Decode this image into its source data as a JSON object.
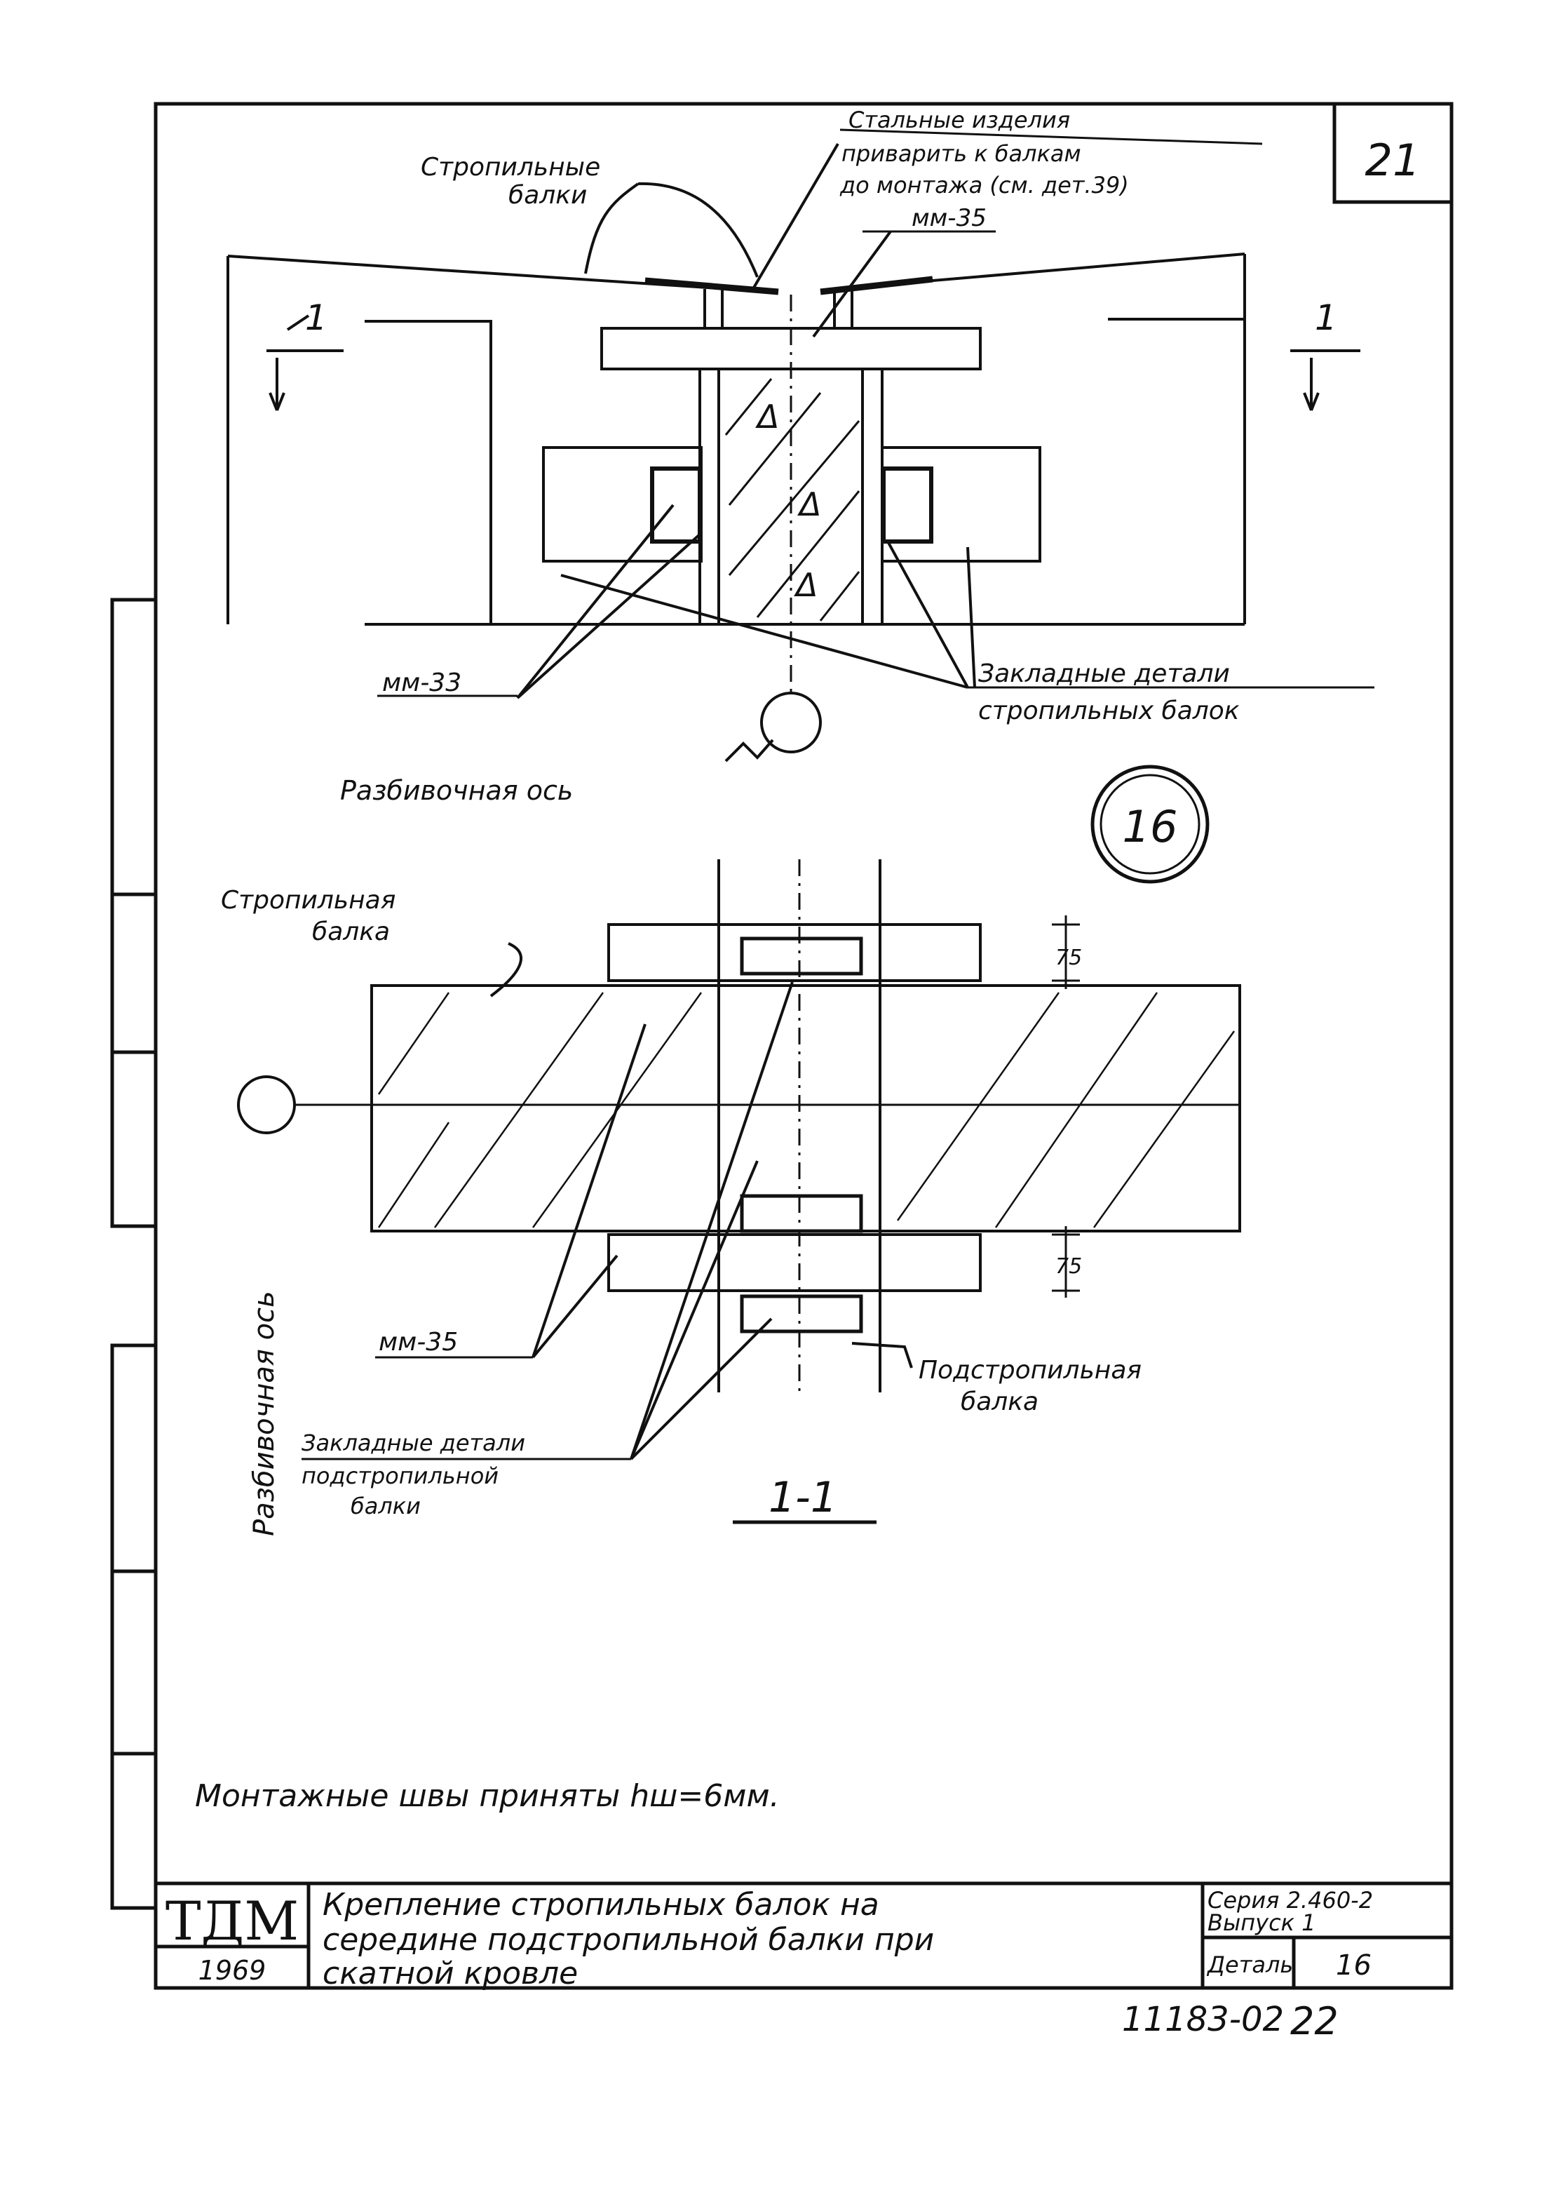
{
  "sheet": {
    "page_number": "21",
    "bottom_code": "11183-02",
    "bottom_page": "22"
  },
  "top_view": {
    "label_rafters": [
      "Стропильные",
      "балки"
    ],
    "label_steel": [
      "Стальные изделия",
      "приварить к балкам",
      "до монтажа (см. дет.39)"
    ],
    "label_mm35": "мм-35",
    "label_mm33": "мм-33",
    "label_embedded": [
      "Закладные детали",
      "стропильных балок"
    ],
    "label_axis": "Разбивочная ось",
    "section_mark": "1",
    "detail_number": "16"
  },
  "section_view": {
    "label_rafter": [
      "Стропильная",
      "балка"
    ],
    "dim_top": "75",
    "dim_bottom": "75",
    "label_mm35": "мм-35",
    "label_embedded": [
      "Закладные детали",
      "подстропильной",
      "балки"
    ],
    "label_subrafter": [
      "Подстропильная",
      "балка"
    ],
    "label_axis": "Разбивочная ось",
    "title": "1-1"
  },
  "note": "Монтажные швы приняты hш=6мм.",
  "title_block": {
    "logo": "ТДМ",
    "year": "1969",
    "title_lines": [
      "Крепление стропильных балок на",
      "середине подстропильной балки при",
      "скатной кровле"
    ],
    "series_label": "Серия 2.460-2",
    "issue_label": "Выпуск 1",
    "detail_label": "Деталь",
    "detail_value": "16"
  }
}
